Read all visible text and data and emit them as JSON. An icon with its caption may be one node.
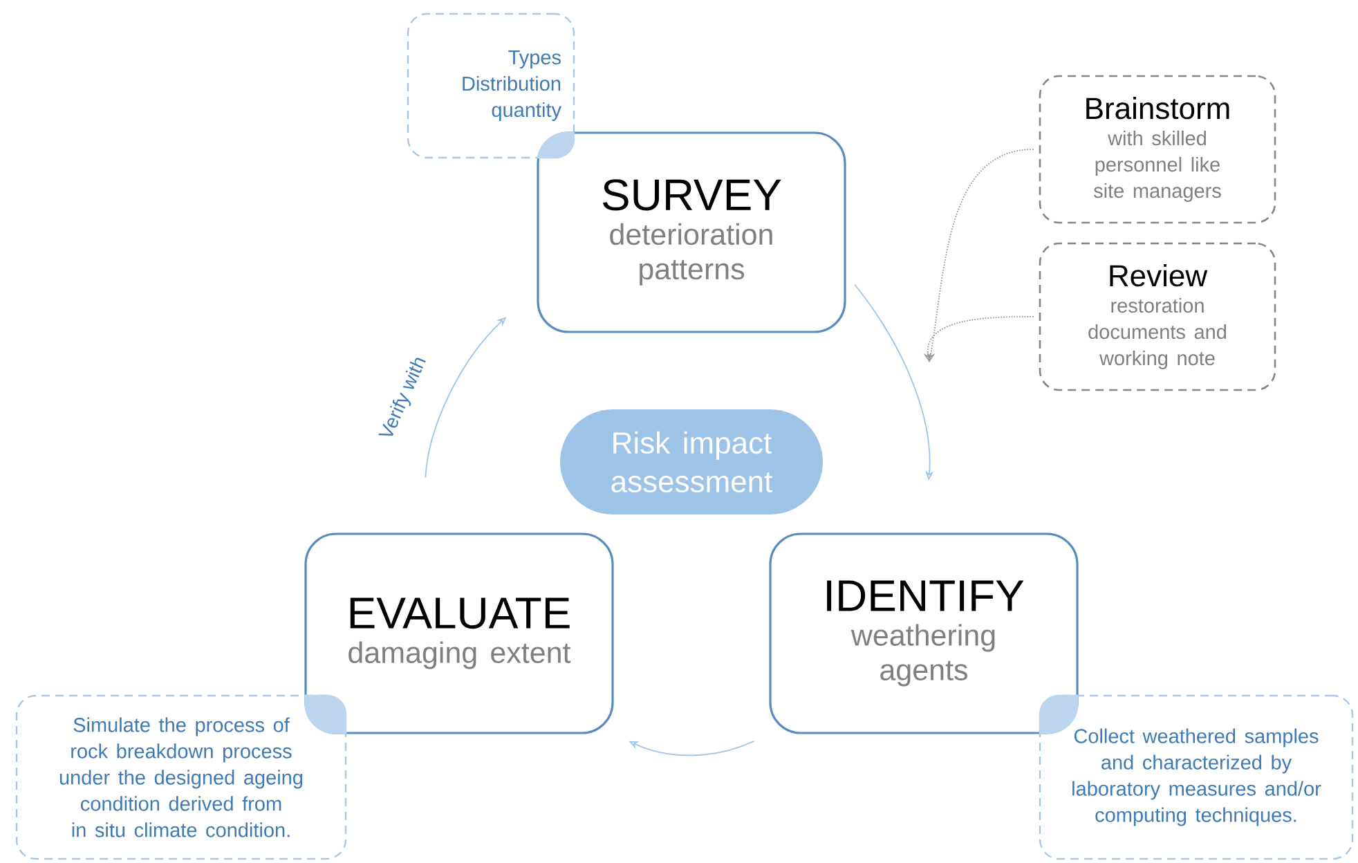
{
  "diagram": {
    "nodes": [
      {
        "text": [
          "Types Distribution quantity"
        ]
      },
      {
        "text": [
          "SURVEY",
          "deterioration patterns"
        ]
      },
      {
        "text": [
          "Brainstorm",
          "with skilled personnel like site managers"
        ]
      },
      {
        "text": [
          "Review",
          "restoration documents and working note"
        ]
      },
      {
        "text": [
          "Risk impact assessment"
        ]
      },
      {
        "text": [
          "EVALUATE",
          "damaging extent"
        ]
      },
      {
        "text": [
          "IDENTIFY",
          "weathering agents"
        ]
      },
      {
        "text": [
          "Simulate the process of rock breakdown process under the designed ageing condition derived from in situ climate condition."
        ]
      },
      {
        "text": [
          "Collect weathered samples and characterized by laboratory measures and/or computing techniques."
        ]
      }
    ],
    "edges": [
      {
        "from": 1,
        "to": 6,
        "arrow": "to"
      },
      {
        "from": 6,
        "to": 5,
        "arrow": "to"
      },
      {
        "from": 5,
        "to": 1,
        "arrow": "to",
        "label": "Verify with"
      },
      {
        "from": 2,
        "to": null,
        "arrow": "to",
        "style": "dashed",
        "color": "#9a9a9a"
      },
      {
        "from": 3,
        "to": null,
        "arrow": "to",
        "style": "dashed",
        "color": "#9a9a9a"
      }
    ]
  }
}
